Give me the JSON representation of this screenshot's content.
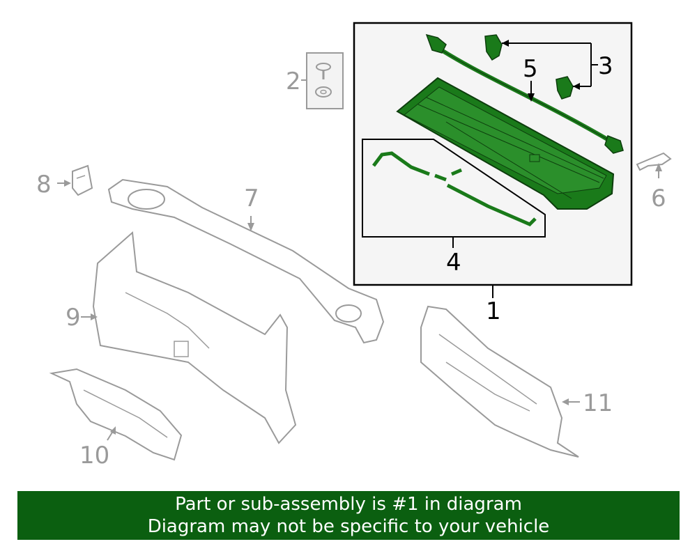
{
  "callouts": {
    "c1": "1",
    "c2": "2",
    "c3": "3",
    "c4": "4",
    "c5": "5",
    "c6": "6",
    "c7": "7",
    "c8": "8",
    "c9": "9",
    "c10": "10",
    "c11": "11"
  },
  "banner": {
    "line1": "Part or sub-assembly is #1 in diagram",
    "line2": "Diagram may not be specific to your vehicle"
  },
  "colors": {
    "highlight_part": "#1a7a1a",
    "other_parts": "#9a9a9a",
    "banner_bg": "#0b5f10",
    "banner_text": "#ffffff"
  }
}
